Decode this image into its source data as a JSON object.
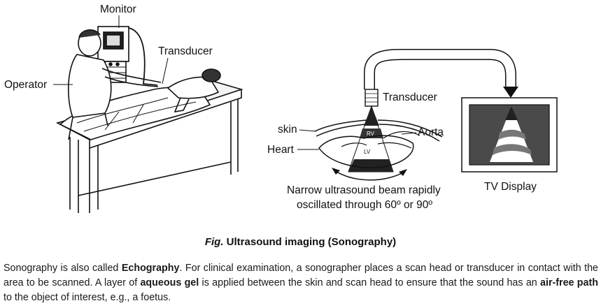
{
  "labels": {
    "monitor": "Monitor",
    "transducer_left": "Transducer",
    "operator": "Operator",
    "transducer_right": "Transducer",
    "skin": "skin",
    "aorta": "Aorta",
    "heart": "Heart",
    "rv": "RV",
    "lv": "LV",
    "beam_line1": "Narrow ultrasound beam rapidly",
    "beam_line2": "oscillated through 60º or 90º",
    "tv_display": "TV Display"
  },
  "caption": {
    "prefix": "Fig.",
    "text": "Ultrasound imaging (Sonography)"
  },
  "paragraph": {
    "t1": "Sonography is also called ",
    "b1": "Echography",
    "t2": ". For clinical examination, a sonographer places a scan head or transducer in contact with the area to be scanned. A layer of ",
    "b2": "aqueous gel",
    "t3": " is applied between the skin and scan head to ensure that the sound has an ",
    "b3": "air-free path",
    "t4": " to the object of interest, e.g., a foetus."
  }
}
